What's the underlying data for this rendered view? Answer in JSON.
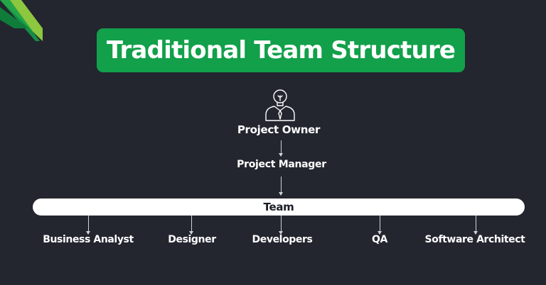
{
  "title": "Traditional Team Structure",
  "nodes": {
    "owner": "Project Owner",
    "manager": "Project Manager",
    "team": "Team"
  },
  "roles": [
    "Business Analyst",
    "Designer",
    "Developers",
    "QA",
    "Software Architect"
  ],
  "icons": {
    "owner_icon": "lightbulb-person-icon",
    "corner": "green-stripe-decoration"
  },
  "colors": {
    "background": "#23262f",
    "accent_green": "#12a04a",
    "stripe_light": "#8dc63f",
    "text": "#ffffff",
    "team_bar": "#ffffff"
  }
}
